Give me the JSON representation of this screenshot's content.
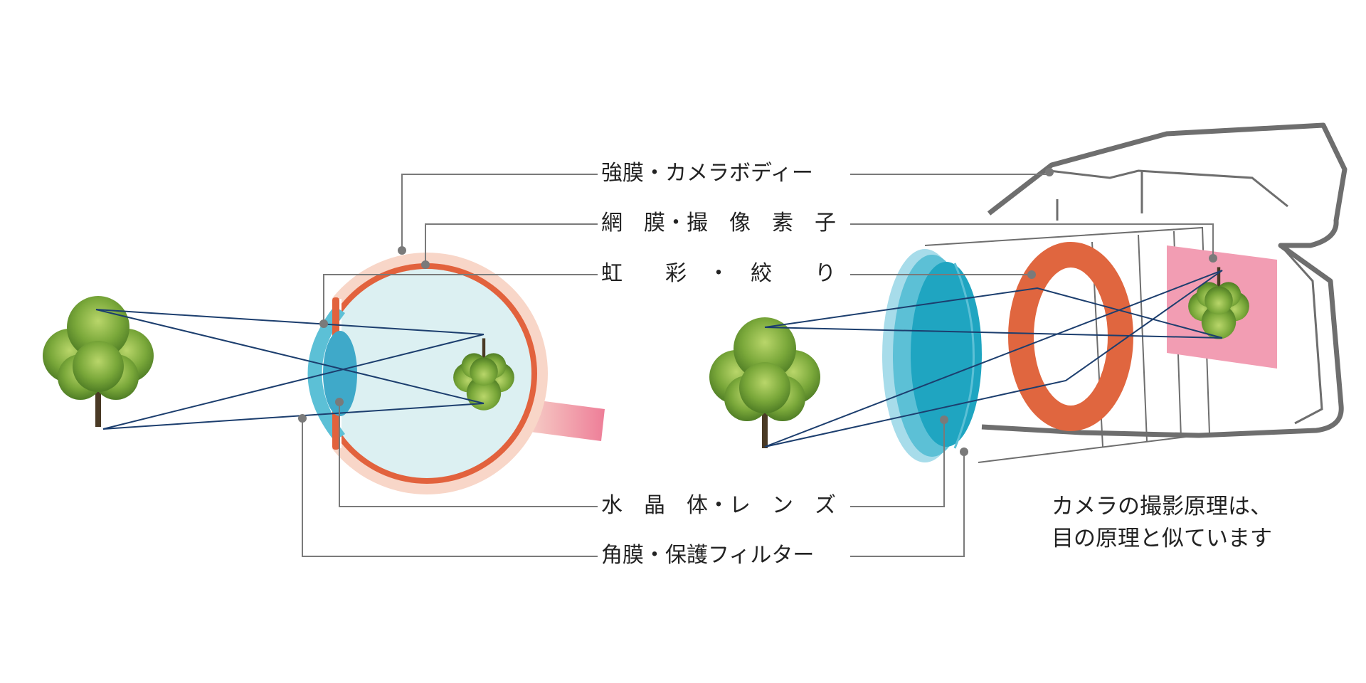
{
  "labels": {
    "sclera_body": "強膜・カメラボディー",
    "retina_sensor": "網　膜・撮　像　素　子",
    "iris_aperture": "虹　　彩　・　絞　　り",
    "lens": "水　晶　体・レ　ン　ズ",
    "cornea_filter": "角膜・保護フィルター"
  },
  "caption": {
    "line1": "カメラの撮影原理は、",
    "line2": "目の原理と似ています"
  },
  "colors": {
    "leader_line": "#7a7a7a",
    "ray": "#1c3e6e",
    "sclera": "#f8d6c8",
    "choroid": "#e2623d",
    "vitreous": "#dcf0f2",
    "cornea": "#5cc0d6",
    "lens": "#3fa9c9",
    "aperture": "#e0663f",
    "sensor": "#f29db3",
    "camera_outline": "#6e6e6e",
    "tree_leaf": "#6f9b2f",
    "tree_trunk": "#4a3a25"
  },
  "icons": [
    "tree-icon",
    "eye-icon",
    "camera-icon"
  ]
}
